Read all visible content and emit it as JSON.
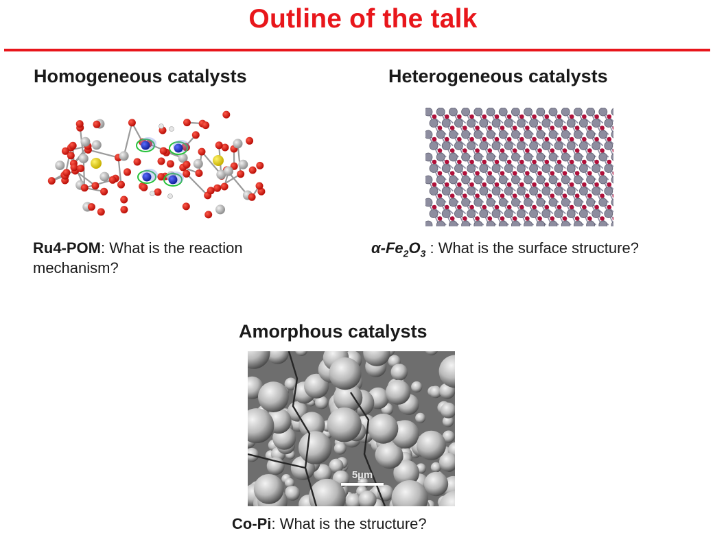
{
  "slide": {
    "title": "Outline of the talk",
    "accent_color": "#e8161b"
  },
  "homogeneous": {
    "heading": "Homogeneous catalysts",
    "figure_icon": "ru4-pom-molecule",
    "caption_bold": "Ru4-POM",
    "caption_text": ": What is the reaction mechanism?"
  },
  "heterogeneous": {
    "heading": "Heterogeneous catalysts",
    "figure_icon": "hematite-crystal-lattice",
    "caption_prefix": "α-Fe",
    "caption_sub1": "2",
    "caption_mid": "O",
    "caption_sub2": "3",
    "caption_text": " : What is the surface structure?"
  },
  "amorphous": {
    "heading": "Amorphous catalysts",
    "figure_icon": "co-pi-sem-micrograph",
    "scale_label": "5µm",
    "caption_bold": "Co-Pi",
    "caption_text": ": What is the structure?"
  }
}
